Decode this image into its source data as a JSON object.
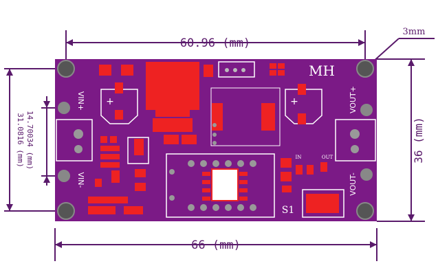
{
  "dimensions": {
    "width_top": "60.96 (mm)",
    "width_bottom": "66 (mm)",
    "height_right": "36 (mm)",
    "height_left_outer": "31.0816 (mm)",
    "height_left_inner": "14.70034 (mm)",
    "hole_callout": "3mm"
  },
  "board": {
    "logo": "MH",
    "labels": {
      "vin_plus": "VIN+",
      "vin_minus": "VIN-",
      "vout_plus": "VOUT+",
      "vout_minus": "VOUT-",
      "switch": "S1",
      "in": "IN",
      "out": "OUT",
      "plus_left": "+",
      "plus_right": "+"
    }
  },
  "colors": {
    "pcb": "#7b1a86",
    "dimension_line": "#5a1a6b",
    "component": "#ee2222",
    "silkscreen": "#ffffff",
    "mounting_hole": "#555555"
  }
}
